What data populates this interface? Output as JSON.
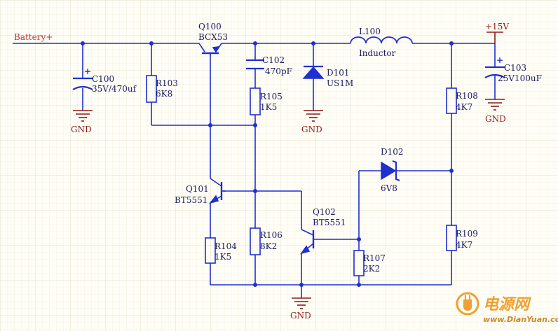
{
  "nets": {
    "battery": "Battery+",
    "plus15": "+15V",
    "gnd": "GND"
  },
  "components": {
    "q100": {
      "designator": "Q100",
      "value": "BCX53"
    },
    "c100": {
      "designator": "C100",
      "value": "35V/470uf"
    },
    "r103": {
      "designator": "R103",
      "value": "6K8"
    },
    "c102": {
      "designator": "C102",
      "value": "470pF"
    },
    "r105": {
      "designator": "R105",
      "value": "1K5"
    },
    "d101": {
      "designator": "D101",
      "value": "US1M"
    },
    "l100": {
      "designator": "L100",
      "value": "Inductor"
    },
    "c103": {
      "designator": "C103",
      "value": "25V100uF"
    },
    "r108": {
      "designator": "R108",
      "value": "4K7"
    },
    "d102": {
      "designator": "D102",
      "value": "6V8"
    },
    "q101": {
      "designator": "Q101",
      "value": "BT5551"
    },
    "q102": {
      "designator": "Q102",
      "value": "BT5551"
    },
    "r104": {
      "designator": "R104",
      "value": "1K5"
    },
    "r106": {
      "designator": "R106",
      "value": "8K2"
    },
    "r107": {
      "designator": "R107",
      "value": "2K2"
    },
    "r109": {
      "designator": "R109",
      "value": "4K7"
    }
  },
  "watermark": {
    "brand": "电源网",
    "site": "www.DianYuan.com"
  },
  "colors": {
    "wire": "#1f2fd0",
    "component": "#1f2fd0",
    "power": "#8b1a1a",
    "text": "#1a1a60",
    "grid": "#ece8d8",
    "background": "#fffef6",
    "watermark": "#f0a030"
  }
}
